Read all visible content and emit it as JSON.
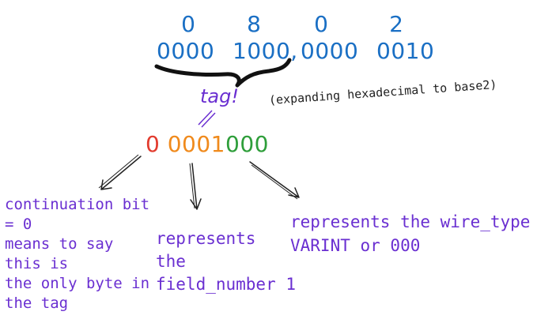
{
  "hex_digits": [
    "0",
    "8",
    "0",
    "2"
  ],
  "nibbles": [
    "0000",
    "1000,",
    "0000",
    "0010"
  ],
  "tag_label": "tag!",
  "note": "(expanding hexadecimal to base2)",
  "bits": {
    "msb": "0",
    "field": "0001",
    "wire": "000"
  },
  "annotations": {
    "continuation": [
      "continuation bit",
      "= 0",
      "means to say",
      "this is",
      "the only byte in",
      "the tag"
    ],
    "field_number": [
      "represents",
      "the",
      "field_number 1"
    ],
    "wire_type": [
      "represents the wire_type",
      "VARINT or 000"
    ]
  },
  "colors": {
    "hex": "#1a6fc4",
    "annotation": "#6a2fd1",
    "msb": "#e23b2e",
    "field": "#f08a1c",
    "wire": "#2e9e3a"
  }
}
